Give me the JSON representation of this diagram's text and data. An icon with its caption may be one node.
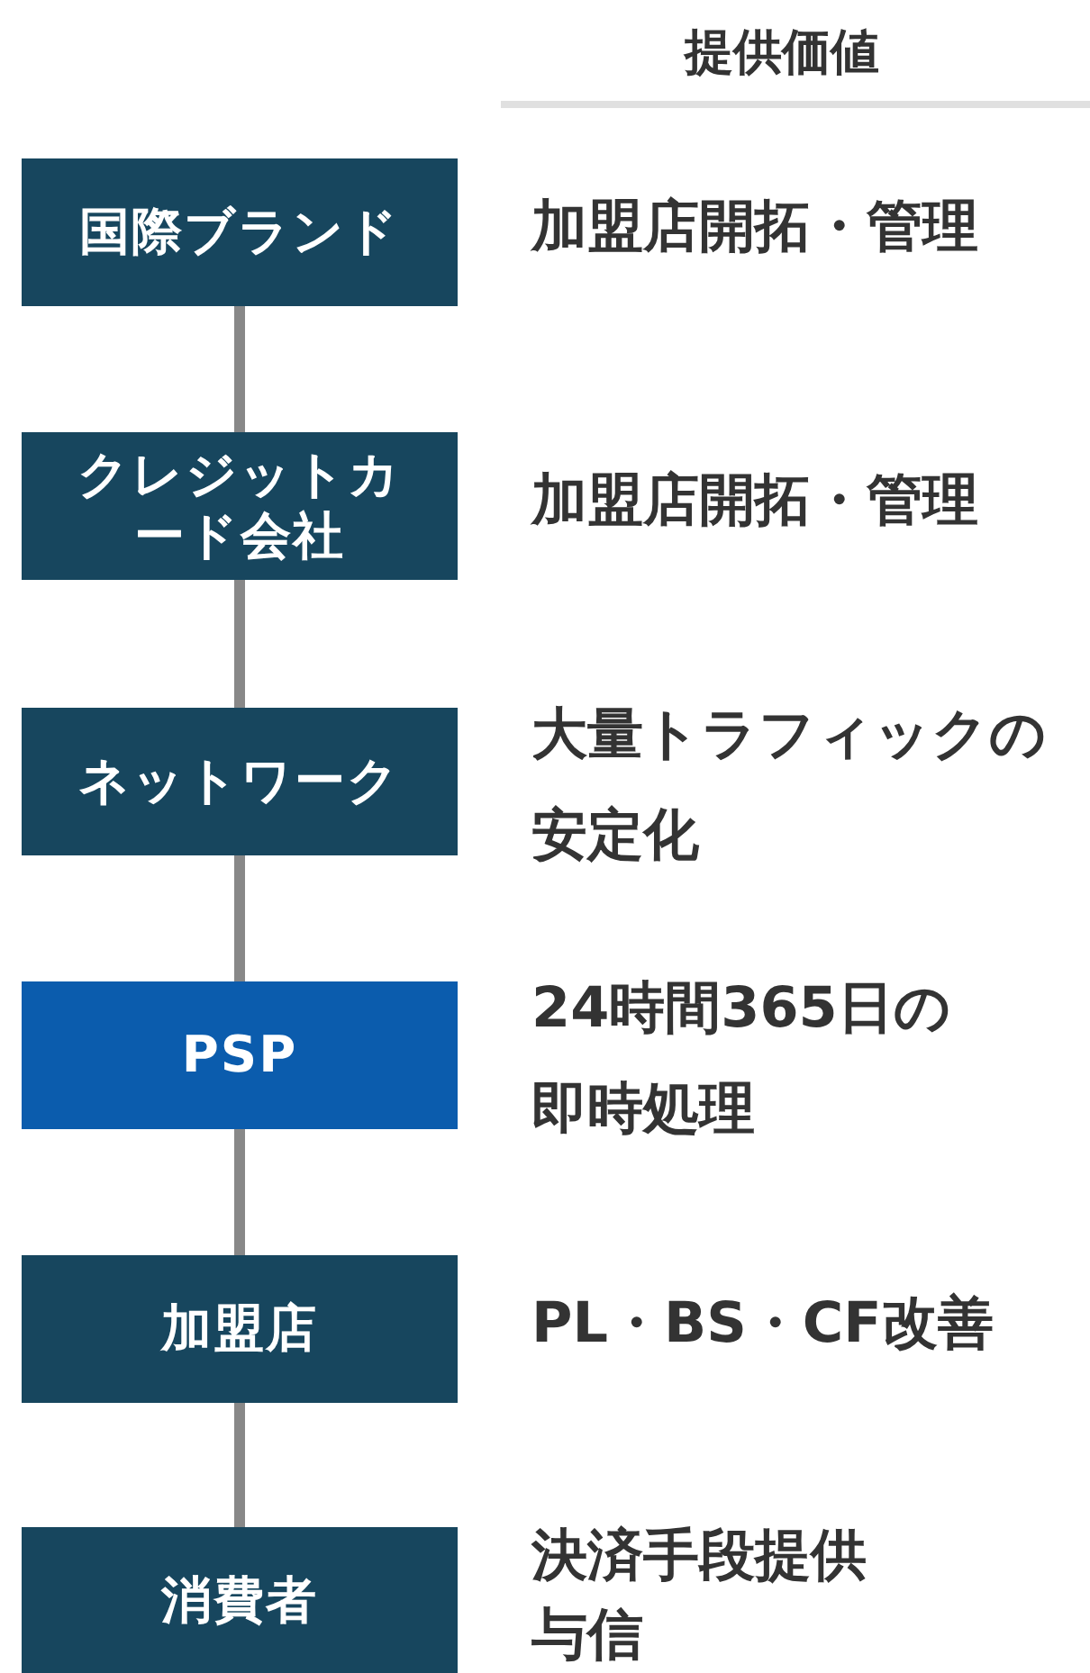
{
  "diagram": {
    "nodes": [
      {
        "text": [
          "国際ブランド"
        ],
        "beside": [
          "加盟店開拓・管理"
        ]
      },
      {
        "text": [
          "クレジットカード会社"
        ],
        "beside": [
          "加盟店開拓・管理"
        ]
      },
      {
        "text": [
          "ネットワーク"
        ],
        "beside": [
          "大量トラフィックの安定化"
        ]
      },
      {
        "text": [
          "PSP"
        ],
        "beside": [
          "24時間365日の即時処理"
        ]
      },
      {
        "text": [
          "加盟店"
        ],
        "beside": [
          "PL・BS・CF改善"
        ]
      },
      {
        "text": [
          "消費者"
        ],
        "beside": [
          "決済手段提供与信"
        ]
      }
    ],
    "edges": [
      {
        "from": 0,
        "to": 1,
        "arrow": "none"
      },
      {
        "from": 1,
        "to": 2,
        "arrow": "none"
      },
      {
        "from": 2,
        "to": 3,
        "arrow": "none"
      },
      {
        "from": 3,
        "to": 4,
        "arrow": "none"
      },
      {
        "from": 4,
        "to": 5,
        "arrow": "none"
      }
    ],
    "labels": [
      "提供価値"
    ]
  }
}
